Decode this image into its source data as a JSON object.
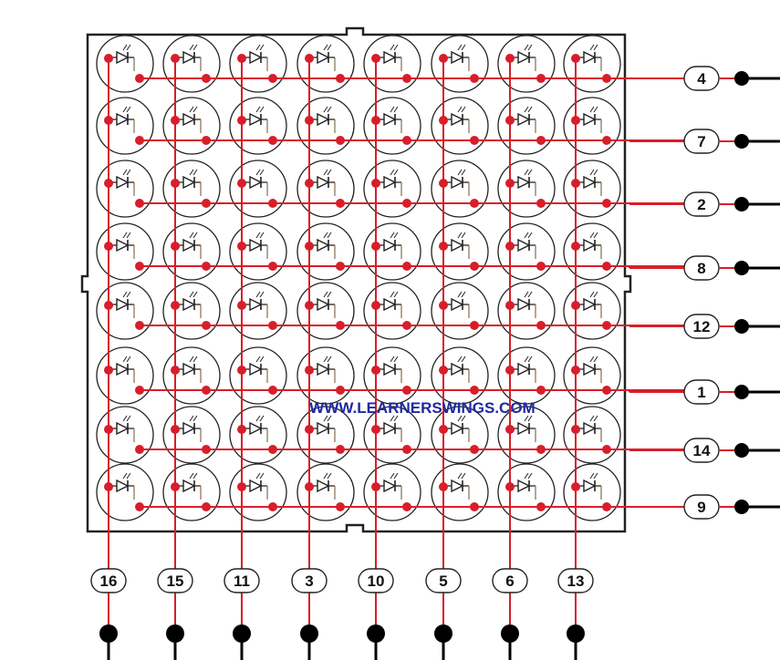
{
  "watermark": "WWW.LEARNERSWINGS.COM",
  "matrix": {
    "rows": 8,
    "columns": 8,
    "component": "led-diode-icon"
  },
  "row_pins": [
    "4",
    "7",
    "2",
    "8",
    "12",
    "1",
    "14",
    "9"
  ],
  "column_pins": [
    "16",
    "15",
    "11",
    "3",
    "10",
    "5",
    "6",
    "13"
  ],
  "colors": {
    "wire": "#d81e2a",
    "outline": "#222222",
    "terminal": "#000000",
    "watermark": "#1e2aa0",
    "lead": "#8a6a4a"
  }
}
